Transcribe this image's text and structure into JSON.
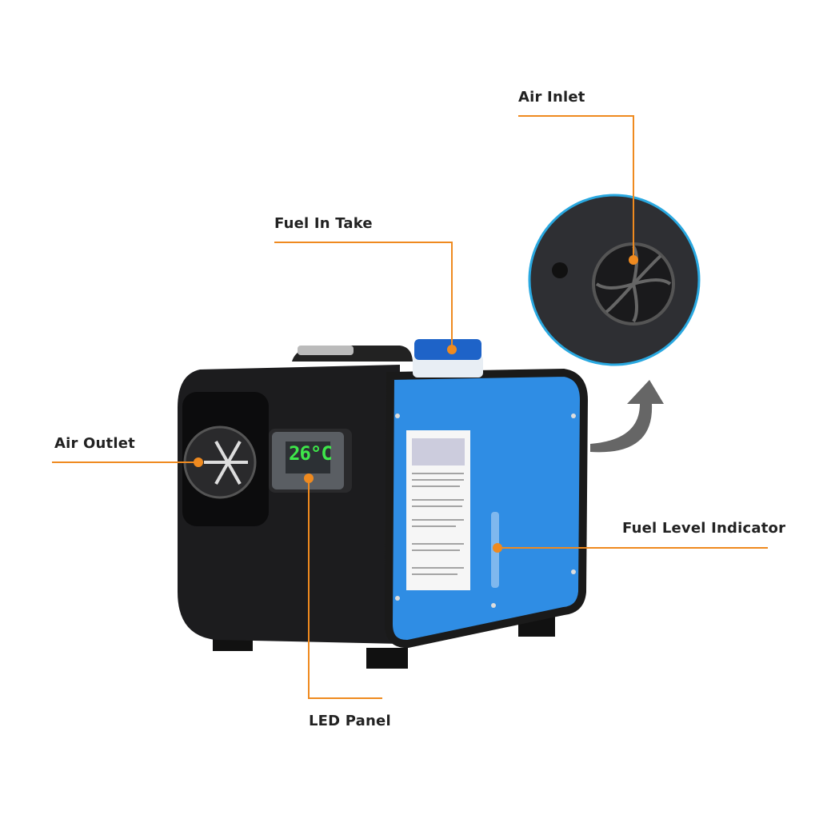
{
  "callouts": {
    "air_inlet": "Air Inlet",
    "fuel_intake": "Fuel In Take",
    "air_outlet": "Air Outlet",
    "fuel_level": "Fuel Level Indicator",
    "led_panel": "LED Panel"
  },
  "display": {
    "temperature": "26°C"
  },
  "colors": {
    "accent": "#ef8a1f",
    "tank": "#2f8de4",
    "body": "#1c1c1e",
    "circle": "#29a8e0"
  }
}
